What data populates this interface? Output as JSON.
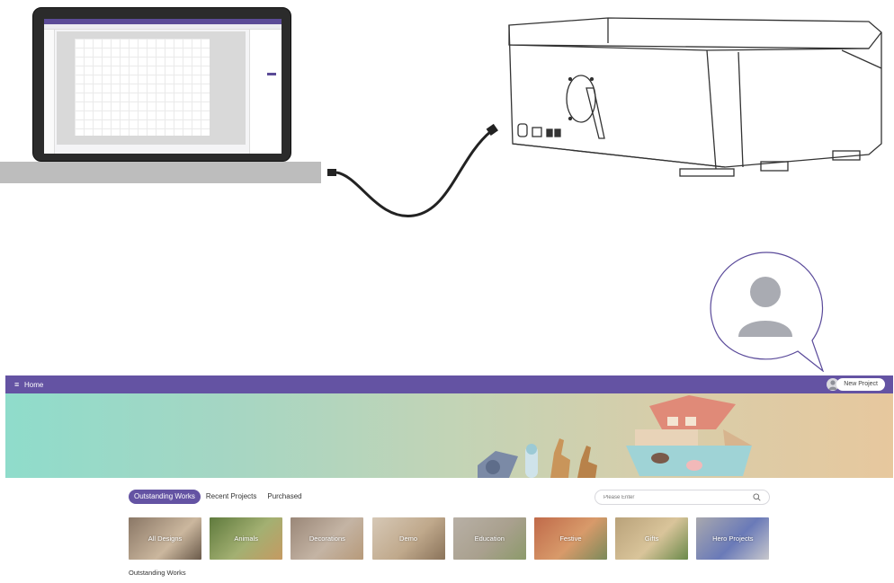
{
  "app_bar": {
    "menu_icon": "hamburger-icon",
    "home_label": "Home",
    "new_project_label": "New Project"
  },
  "tabs": [
    {
      "label": "Outstanding Works",
      "active": true
    },
    {
      "label": "Recent Projects",
      "active": false
    },
    {
      "label": "Purchased",
      "active": false
    }
  ],
  "search": {
    "placeholder": "Please Enter",
    "icon": "search-icon"
  },
  "categories": [
    {
      "label": "All Designs"
    },
    {
      "label": "Animals"
    },
    {
      "label": "Decorations"
    },
    {
      "label": "Demo"
    },
    {
      "label": "Education"
    },
    {
      "label": "Festive"
    },
    {
      "label": "Gifts"
    },
    {
      "label": "Hero Projects"
    }
  ],
  "section_title": "Outstanding Works",
  "colors": {
    "accent": "#6453a3",
    "banner_left": "#8fdccb",
    "banner_right": "#e7c89e"
  }
}
